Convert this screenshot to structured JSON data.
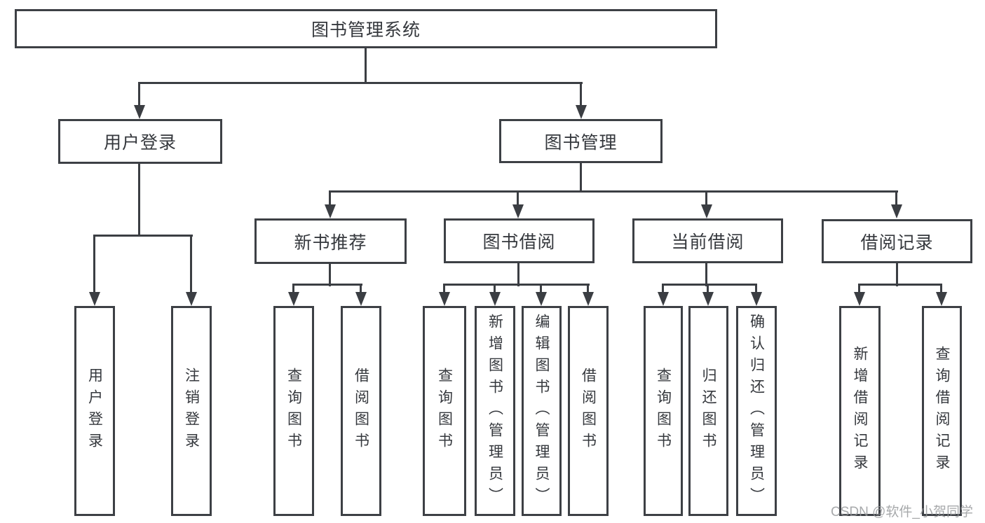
{
  "tree": {
    "root": "图书管理系统",
    "level2": [
      "用户登录",
      "图书管理"
    ],
    "level3": [
      "新书推荐",
      "图书借阅",
      "当前借阅",
      "借阅记录"
    ],
    "leaves_login": [
      "用户登录",
      "注销登录"
    ],
    "leaves_recommend": [
      "查询图书",
      "借阅图书"
    ],
    "leaves_borrow": [
      "查询图书",
      "新增图书（管理员）",
      "编辑图书（管理员）",
      "借阅图书"
    ],
    "leaves_current": [
      "查询图书",
      "归还图书",
      "确认归还（管理员）"
    ],
    "leaves_history": [
      "新增借阅记录",
      "查询借阅记录"
    ]
  },
  "watermark": "CSDN @软件_小贺同学",
  "colors": {
    "background": "#ffffff",
    "border": "#3d4045",
    "line": "#3b3e43",
    "text": "#35383d",
    "watermark": "#94969980"
  }
}
